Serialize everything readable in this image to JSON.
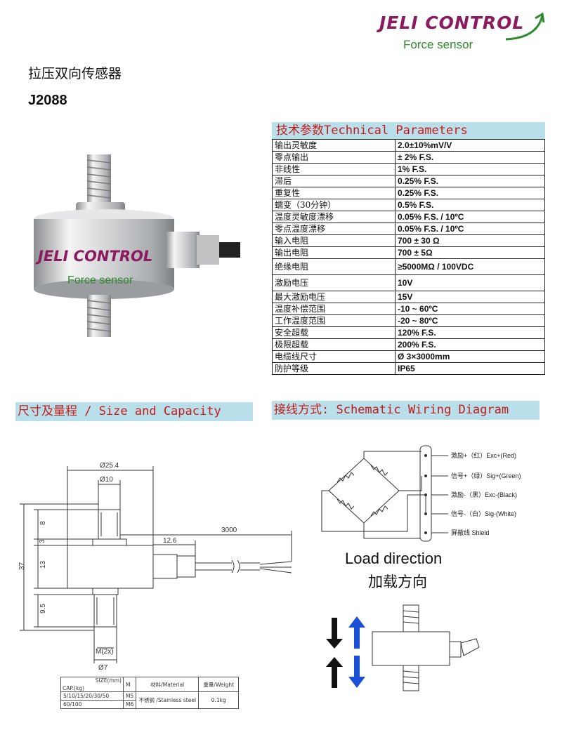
{
  "logo": {
    "brand": "JELI CONTROL",
    "tagline": "Force sensor"
  },
  "title_cn": "拉压双向传感器",
  "model": "J2088",
  "photo": {
    "brand": "JELI CONTROL",
    "tagline": "Force sensor"
  },
  "spec": {
    "title": "技术参数Technical Parameters",
    "rows": [
      {
        "k": "输出灵敏度",
        "v": "2.0±10%mV/V"
      },
      {
        "k": "零点输出",
        "v": "± 2% F.S."
      },
      {
        "k": "非线性",
        "v": "1% F.S."
      },
      {
        "k": "滞后",
        "v": "0.25% F.S."
      },
      {
        "k": "重复性",
        "v": "0.25% F.S."
      },
      {
        "k": "蠕变（30分钟）",
        "v": "0.5% F.S."
      },
      {
        "k": "温度灵敏度漂移",
        "v": "0.05% F.S. / 10ºC"
      },
      {
        "k": "零点温度漂移",
        "v": "0.05% F.S. / 10ºC"
      },
      {
        "k": "输入电阻",
        "v": "700 ± 30 Ω"
      },
      {
        "k": "输出电阻",
        "v": "700 ± 5Ω"
      },
      {
        "k": "绝缘电阻",
        "v": "≥5000MΩ / 100VDC",
        "tall": true
      },
      {
        "k": "激励电压",
        "v": "10V",
        "tall": true
      },
      {
        "k": "最大激励电压",
        "v": "15V"
      },
      {
        "k": "温度补偿范围",
        "v": "-10 ~ 60ºC"
      },
      {
        "k": "工作温度范围",
        "v": "-20 ~ 80ºC"
      },
      {
        "k": "安全超载",
        "v": "120% F.S."
      },
      {
        "k": "极限超载",
        "v": "200% F.S."
      },
      {
        "k": "电缆线尺寸",
        "v": "Ø 3×3000mm"
      },
      {
        "k": "防护等级",
        "v": "IP65"
      }
    ]
  },
  "size_section": {
    "title": "尺寸及量程 / Size and Capacity"
  },
  "wiring_section": {
    "title": "接线方式: Schematic Wiring Diagram"
  },
  "dims": {
    "d254": "Ø25.4",
    "d10": "Ø10",
    "d3000": "3000",
    "d126": "12.6",
    "d8": "8",
    "d3": "3",
    "d37": "37",
    "d13": "13",
    "d95": "9.5",
    "thread": "M(2x)",
    "d7": "Ø7"
  },
  "wiring": {
    "labels": [
      "激励+（红）Exc+(Red)",
      "信号+（绿）Sig+(Green)",
      "激励-（黑）Exc-(Black)",
      "信号-（白）Sig-(White)",
      "屏蔽线 Shield"
    ]
  },
  "load": {
    "en": "Load direction",
    "cn": "加载方向"
  },
  "size_table": {
    "size_label": "SIZE(mm)",
    "cap_label": "CAP.(kg)",
    "m": "M",
    "material_h": "材料/Material",
    "weight_h": "重量/Weight",
    "rows": [
      {
        "cap": "5/10/15/20/30/50",
        "m": "M5"
      },
      {
        "cap": "60/100",
        "m": "M6"
      }
    ],
    "material": "不锈钢 /Stainless steel",
    "weight": "0.1kg"
  },
  "colors": {
    "brand": "#8b1a5e",
    "tagline": "#2e8b2e",
    "header_bg": "#b9e0ea",
    "header_text": "#c41a1a",
    "arrow_blue": "#1a4fd6"
  }
}
